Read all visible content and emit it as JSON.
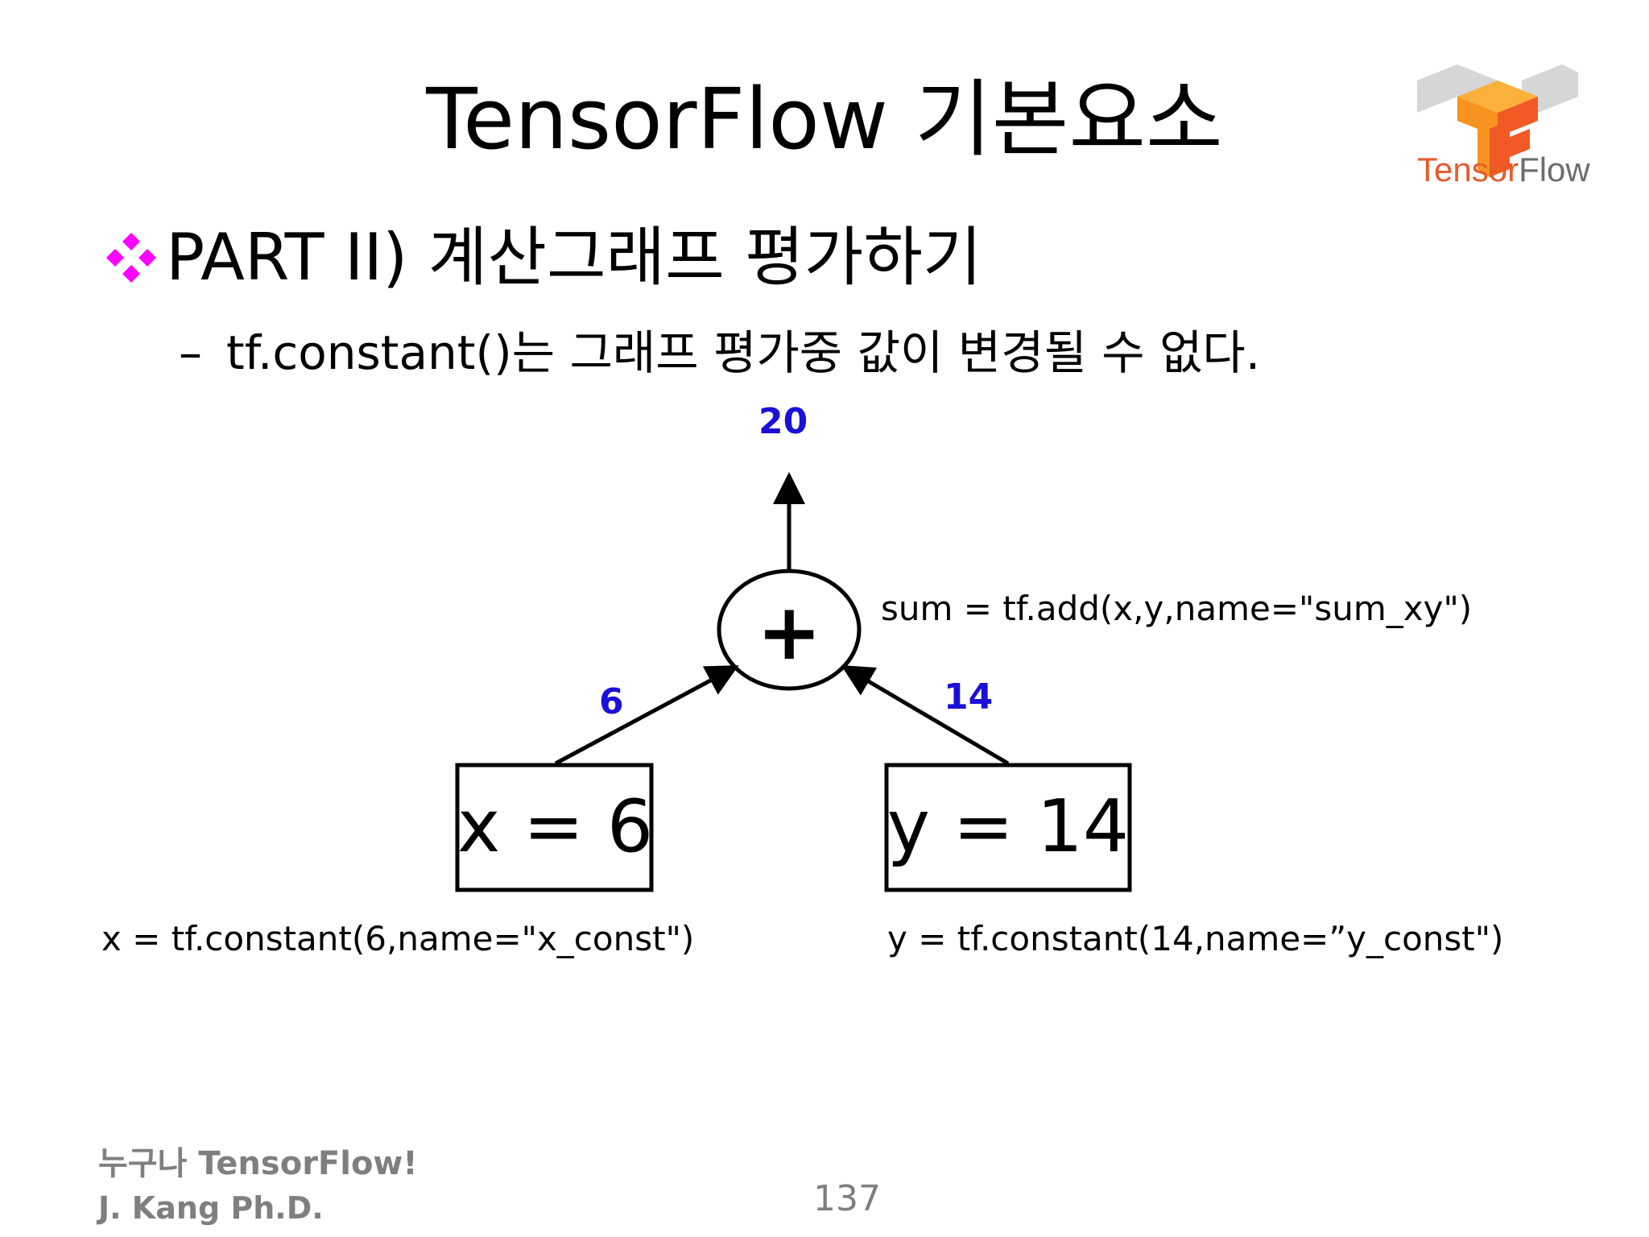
{
  "title": "TensorFlow 기본요소",
  "logo": {
    "icon": "tensorflow-logo-icon",
    "text_part1": "Tensor",
    "text_part2": "Flow",
    "colors": {
      "orange": "#e55b2d",
      "gray": "#6d6d6d",
      "logo_fill": "#f7931e"
    }
  },
  "bullet": {
    "icon": "diamond-bullet-icon",
    "icon_color": "#ff00ff",
    "text": "PART II) 계산그래프 평가하기"
  },
  "sub_bullet": {
    "dash": "–",
    "text": "tf.constant()는 그래프 평가중 값이 변경될 수 없다."
  },
  "diagram": {
    "value_color": "#1a10d8",
    "output_value": "20",
    "op_symbol": "+",
    "op_code": "sum = tf.add(x,y,name=\"sum_xy\")",
    "left_edge_value": "6",
    "right_edge_value": "14",
    "node_x_label": "x = 6",
    "node_y_label": "y = 14",
    "node_x_code": "x = tf.constant(6,name=\"x_const\")",
    "node_y_code": "y = tf.constant(14,name=”y_const\")"
  },
  "footer": {
    "line1": "누구나 TensorFlow!",
    "line2": "J. Kang Ph.D.",
    "page_number": "137",
    "color": "#7f7f7f"
  }
}
